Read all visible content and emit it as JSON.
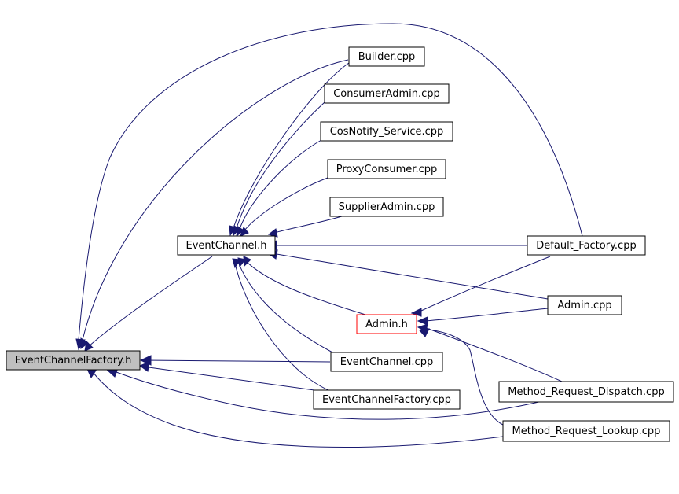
{
  "nodes": {
    "ecf_h": "EventChannelFactory.h",
    "ec_h": "EventChannel.h",
    "builder": "Builder.cpp",
    "consumer_admin": "ConsumerAdmin.cpp",
    "cosnotify": "CosNotify_Service.cpp",
    "proxy_consumer": "ProxyConsumer.cpp",
    "supplier_admin": "SupplierAdmin.cpp",
    "default_factory": "Default_Factory.cpp",
    "admin_cpp": "Admin.cpp",
    "admin_h": "Admin.h",
    "ec_cpp": "EventChannel.cpp",
    "ecf_cpp": "EventChannelFactory.cpp",
    "mrd": "Method_Request_Dispatch.cpp",
    "mrl": "Method_Request_Lookup.cpp"
  },
  "colors": {
    "edge": "#191970",
    "highlight_fill": "#bfbfbf",
    "admin_h_border": "#ff0000"
  }
}
